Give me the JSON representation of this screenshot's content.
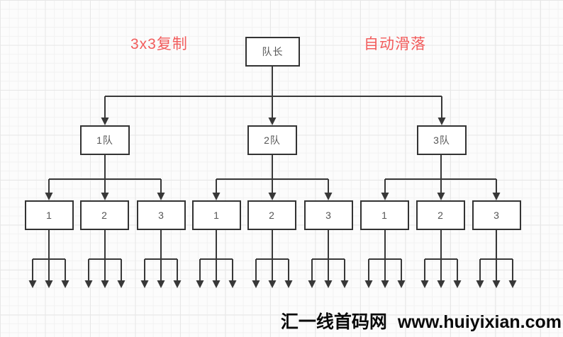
{
  "diagram": {
    "annotation_left": "3x3复制",
    "annotation_right": "自动滑落",
    "root": {
      "label": "队长"
    },
    "teams": [
      {
        "label": "1队",
        "members": [
          "1",
          "2",
          "3"
        ]
      },
      {
        "label": "2队",
        "members": [
          "1",
          "2",
          "3"
        ]
      },
      {
        "label": "3队",
        "members": [
          "1",
          "2",
          "3"
        ]
      }
    ],
    "colors": {
      "annotation": "#f25c5c",
      "line": "#383838",
      "node_border": "#333333",
      "node_fill": "#ffffff",
      "node_text": "#555555",
      "grid_line": "#e7e7e7",
      "background": "#fcfcfc",
      "watermark_text": "#0a0a0a"
    }
  },
  "watermark": {
    "site_name": "汇一线首码网",
    "site_url": "www.huiyixian.com"
  }
}
